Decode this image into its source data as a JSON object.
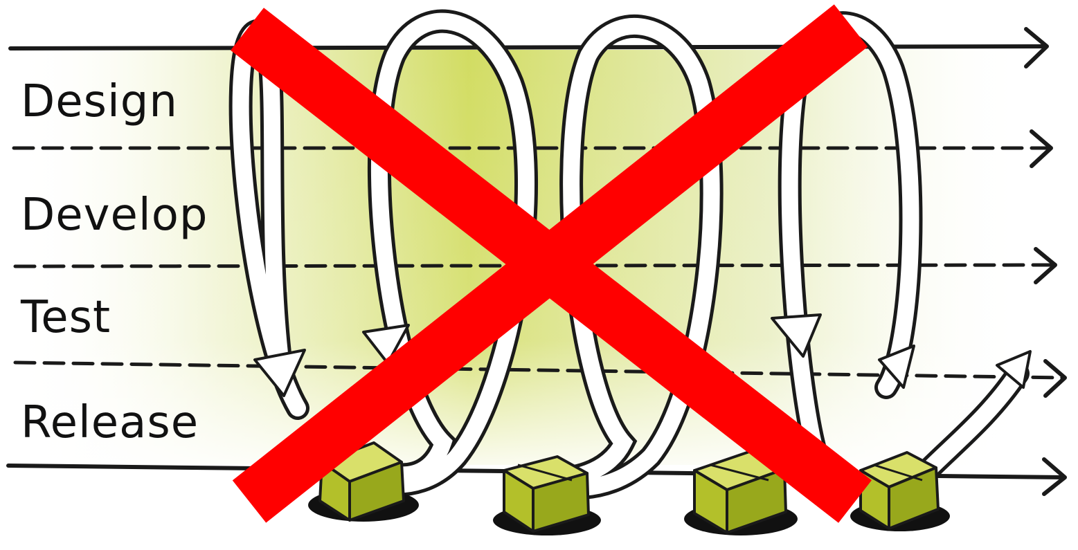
{
  "phases": [
    {
      "label": "Design"
    },
    {
      "label": "Develop"
    },
    {
      "label": "Test"
    },
    {
      "label": "Release"
    }
  ],
  "colors": {
    "band_accent": "#c3d12e",
    "ink": "#1a1a1a",
    "arrow_fill": "#ffffff",
    "box_top": "#d9e06a",
    "box_side": "#b3c02a",
    "cross": "#ff0000"
  },
  "icons": {
    "loops": "iteration-loop-arrow-icon",
    "packages": "release-package-icon",
    "overlay": "red-cross-icon"
  },
  "iterations": 4
}
